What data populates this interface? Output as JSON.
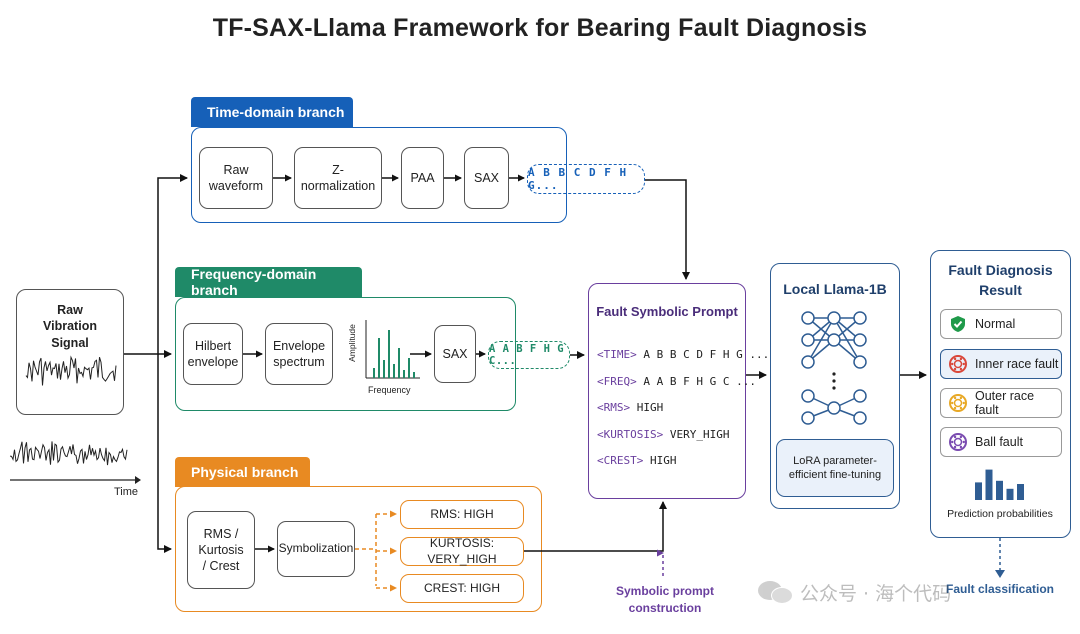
{
  "title": "TF-SAX-Llama Framework for Bearing Fault Diagnosis",
  "colors": {
    "time": "#1660B8",
    "freq": "#1F8A68",
    "physical": "#E88A22",
    "prompt": "#6A3F9E",
    "llama": "#2F5D93",
    "result": "#2F5D93"
  },
  "input": {
    "label": "Raw Vibration Signal",
    "time_label": "Time"
  },
  "time_branch": {
    "tab": "Time-domain branch",
    "steps": [
      "Raw waveform",
      "Z-normalization",
      "PAA",
      "SAX"
    ],
    "symbols": "A B B C D F H G..."
  },
  "freq_branch": {
    "tab": "Frequency-domain branch",
    "steps": [
      "Hilbert envelope",
      "Envelope spectrum"
    ],
    "spectrum": {
      "ylabel": "Amplitude",
      "xlabel": "Frequency"
    },
    "sax": "SAX",
    "symbols": "A A B F H G C..."
  },
  "physical_branch": {
    "tab": "Physical branch",
    "features": "RMS / Kurtosis / Crest",
    "symbolization": "Symbolization",
    "outputs": [
      "RMS: HIGH",
      "KURTOSIS: VERY_HIGH",
      "CREST: HIGH"
    ]
  },
  "prompt": {
    "title": "Fault Symbolic Prompt",
    "lines": [
      {
        "tag": "<TIME>",
        "value": "A B B C D F H G ..."
      },
      {
        "tag": "<FREQ>",
        "value": "A A B F H G C ..."
      },
      {
        "tag": "<RMS>",
        "value": "HIGH"
      },
      {
        "tag": "<KURTOSIS>",
        "value": "VERY_HIGH"
      },
      {
        "tag": "<CREST>",
        "value": "HIGH"
      }
    ],
    "caption": "Symbolic prompt construction"
  },
  "llama": {
    "title": "Local Llama-1B",
    "lora": "LoRA parameter-efficient fine-tuning"
  },
  "result": {
    "title": "Fault Diagnosis Result",
    "items": [
      {
        "label": "Normal",
        "color": "#1F9A4A"
      },
      {
        "label": "Inner race fault",
        "color": "#D9473A"
      },
      {
        "label": "Outer race fault",
        "color": "#E8A825"
      },
      {
        "label": "Ball fault",
        "color": "#7A4BB0"
      }
    ],
    "probabilities": [
      0.55,
      0.95,
      0.6,
      0.35,
      0.5
    ],
    "prob_label": "Prediction probabilities",
    "caption": "Fault classification"
  },
  "watermark": "公众号 · 海个代码"
}
